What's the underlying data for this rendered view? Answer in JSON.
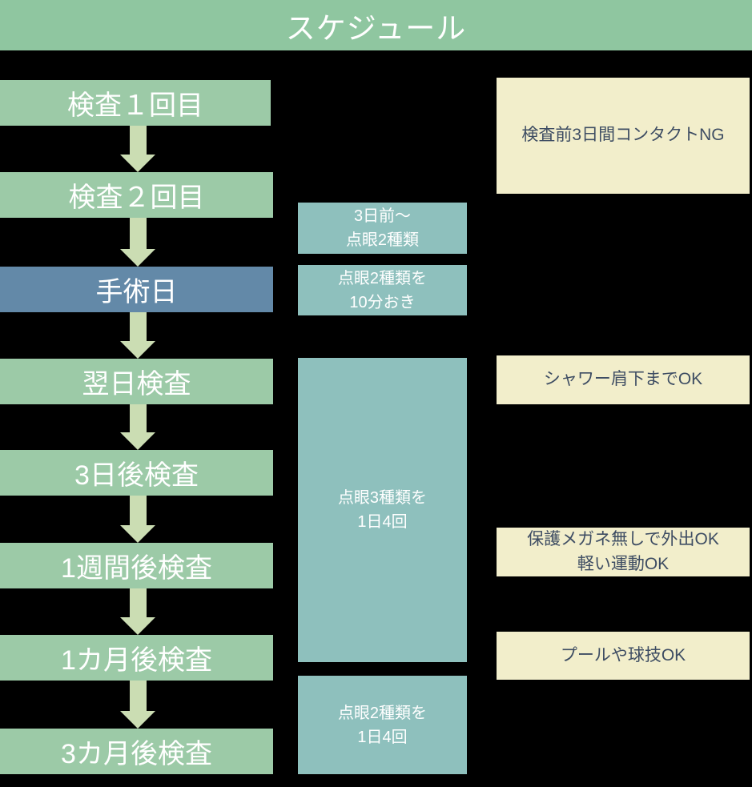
{
  "header": {
    "title": "スケジュール"
  },
  "colors": {
    "background": "#000000",
    "banner_green": "#8fc6a0",
    "step_green": "#9ccaa7",
    "surgery_blue": "#6389a8",
    "arrow_green": "#cbddb3",
    "eyedrop_teal": "#8ec0bd",
    "note_cream": "#f2eecb",
    "note_text_navy": "#3e4d63",
    "step_text": "#ffffff"
  },
  "flow": {
    "steps": [
      {
        "label": "検査１回目",
        "type": "exam"
      },
      {
        "label": "検査２回目",
        "type": "exam"
      },
      {
        "label": "手術日",
        "type": "surgery"
      },
      {
        "label": "翌日検査",
        "type": "exam"
      },
      {
        "label": "3日後検査",
        "type": "exam"
      },
      {
        "label": "1週間後検査",
        "type": "exam"
      },
      {
        "label": "1カ月後検査",
        "type": "exam"
      },
      {
        "label": "3カ月後検査",
        "type": "exam"
      }
    ]
  },
  "eyedrops": [
    {
      "lines": [
        "3日前～",
        "点眼2種類"
      ]
    },
    {
      "lines": [
        "点眼2種類を",
        "10分おき"
      ]
    },
    {
      "lines": [
        "点眼3種類を",
        "1日4回"
      ]
    },
    {
      "lines": [
        "点眼2種類を",
        "1日4回"
      ]
    }
  ],
  "notes": [
    {
      "lines": [
        "検査前3日間コンタクトNG"
      ]
    },
    {
      "lines": [
        "シャワー肩下までOK"
      ]
    },
    {
      "lines": [
        "保護メガネ無しで外出OK",
        "軽い運動OK"
      ]
    },
    {
      "lines": [
        "プールや球技OK"
      ]
    }
  ]
}
